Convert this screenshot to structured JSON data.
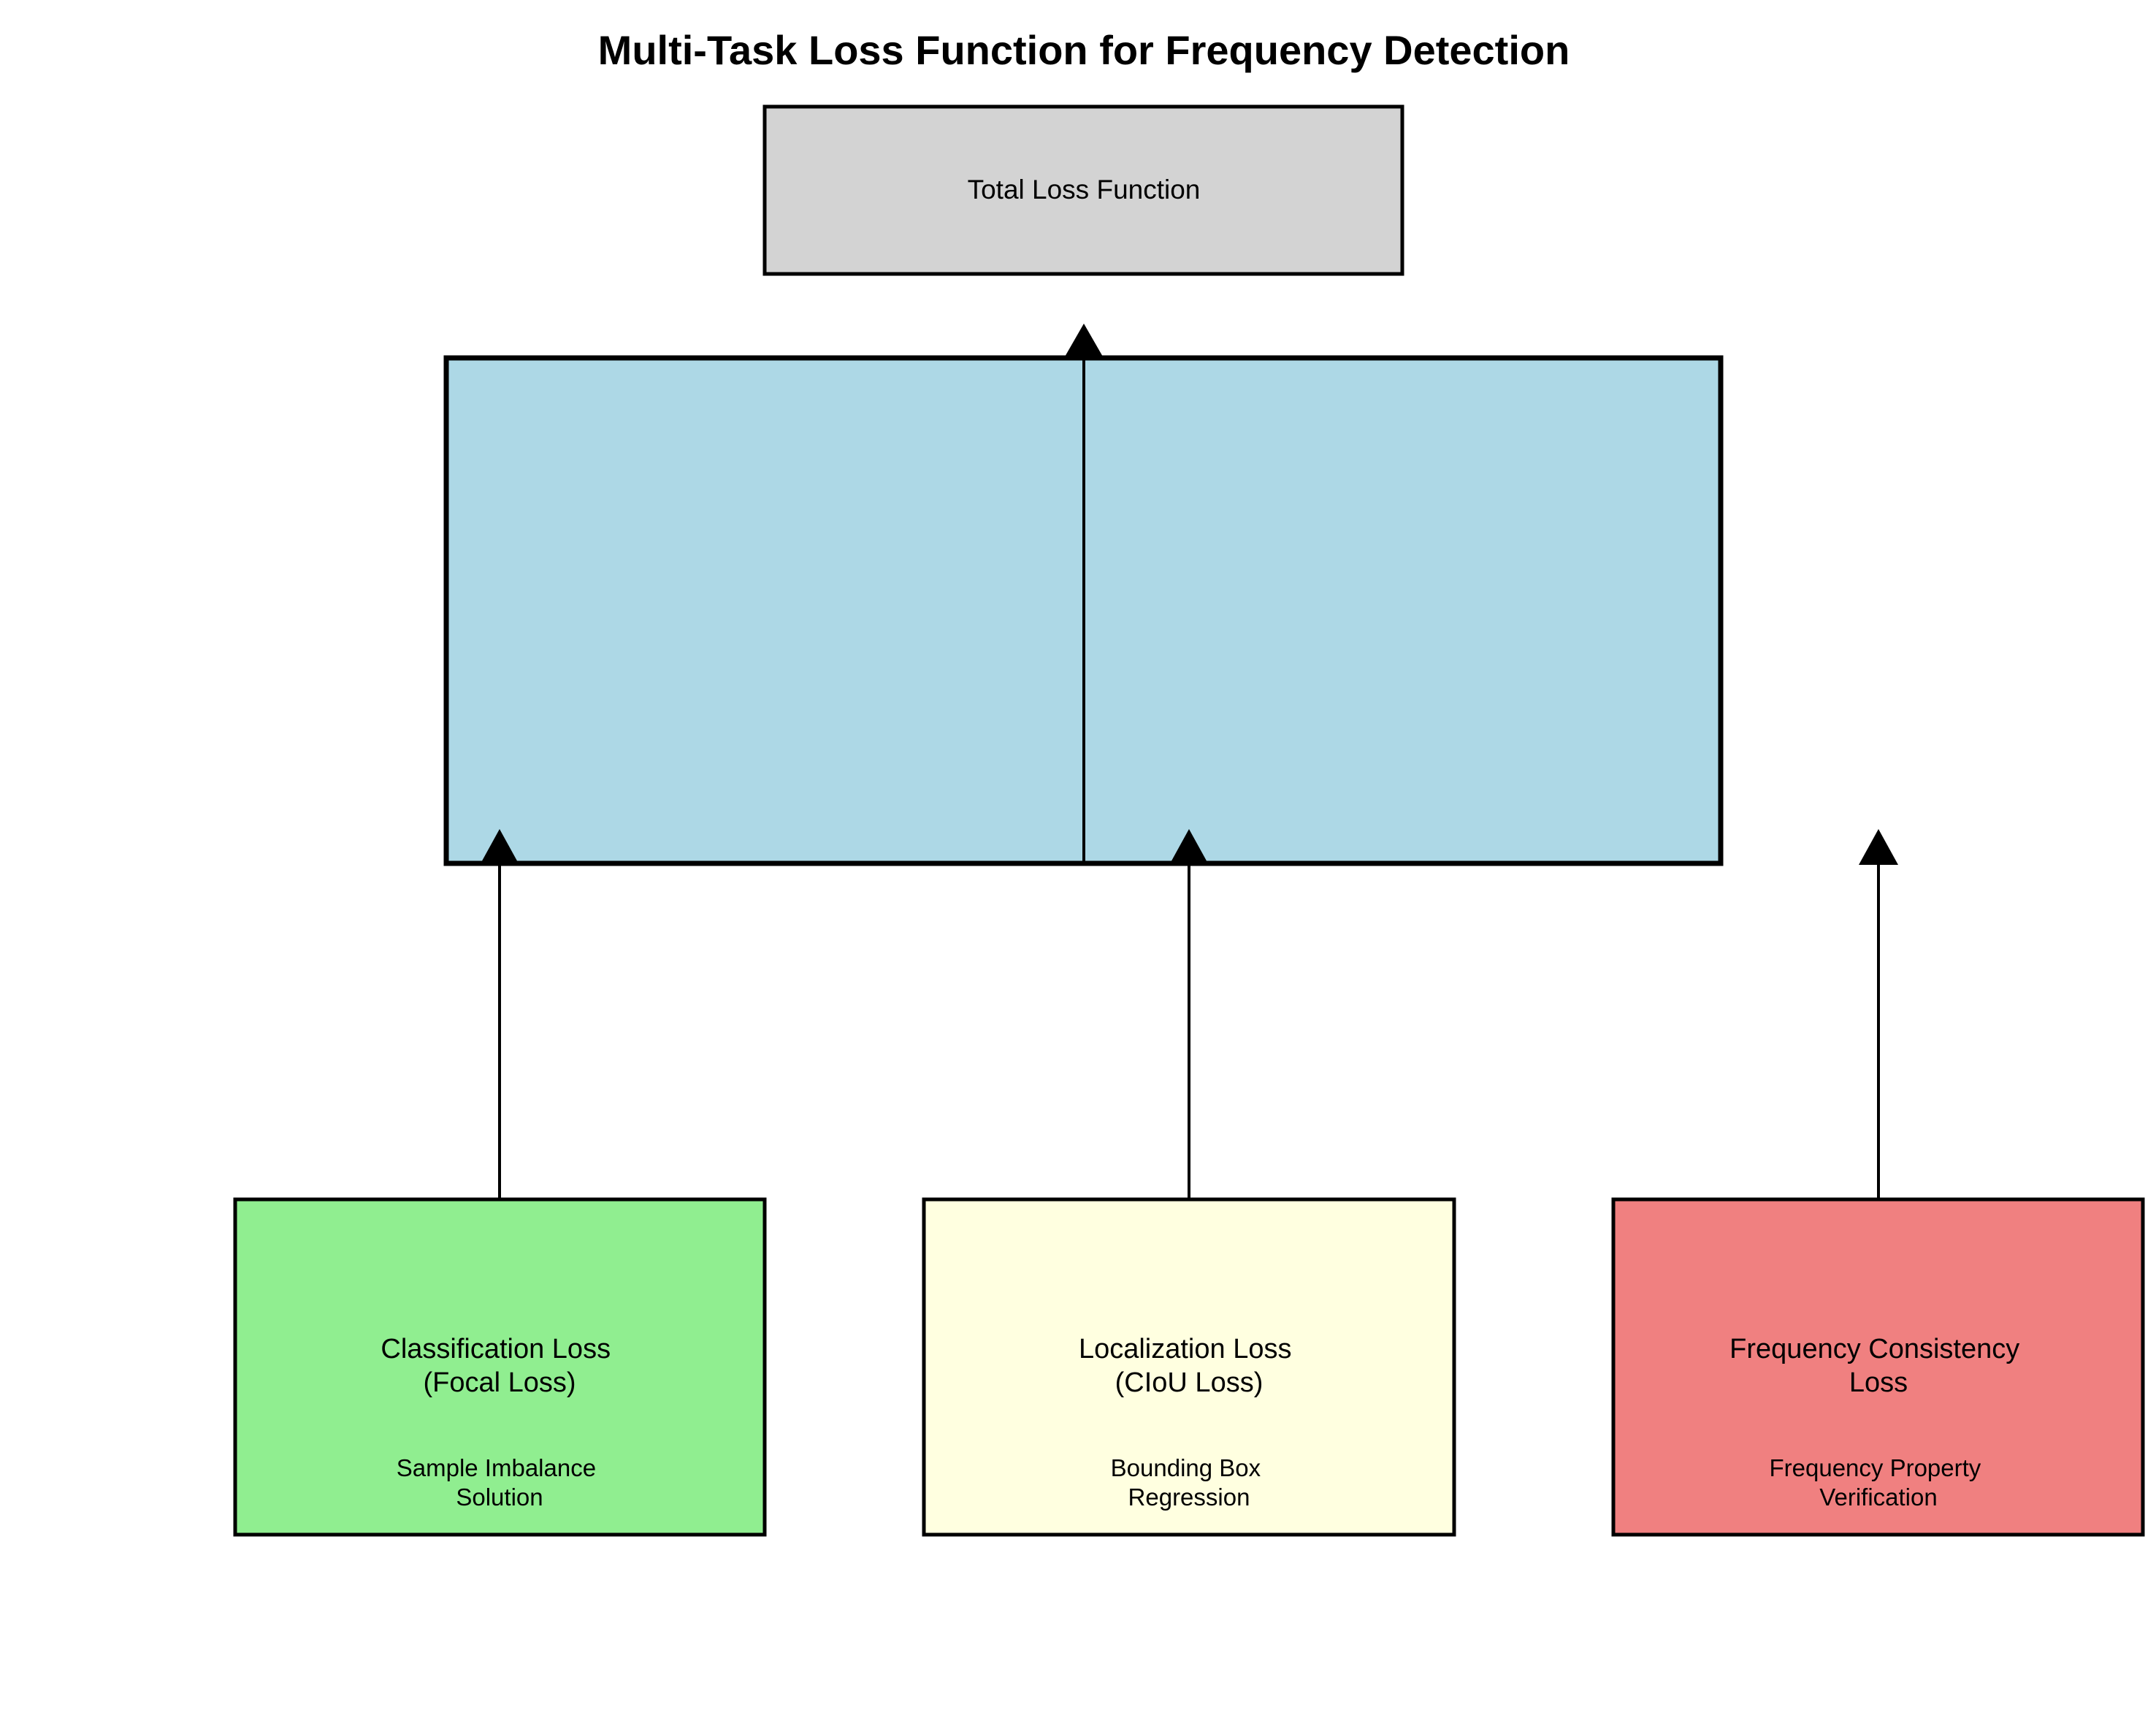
{
  "title": "Multi-Task Loss Function for Frequency Detection",
  "colors": {
    "total_box": "#d3d3d3",
    "combiner_box": "#add8e6",
    "classification_box": "#90ee90",
    "localization_box": "#ffffe0",
    "frequency_box": "#f08080",
    "stroke": "#000000"
  },
  "nodes": {
    "total": {
      "label": "Total Loss Function"
    },
    "combiner": {
      "label": ""
    },
    "classification": {
      "title_lines": [
        "Classification Loss",
        "(Focal Loss)"
      ],
      "sub_lines": [
        "Sample Imbalance",
        "Solution"
      ]
    },
    "localization": {
      "title_lines": [
        "Localization Loss",
        "(CIoU Loss)"
      ],
      "sub_lines": [
        "Bounding Box",
        "Regression"
      ]
    },
    "frequency": {
      "title_lines": [
        "Frequency Consistency",
        "Loss"
      ],
      "sub_lines": [
        "Frequency Property",
        "Verification"
      ]
    }
  },
  "edges": [
    {
      "from": "classification",
      "to": "combiner"
    },
    {
      "from": "localization",
      "to": "combiner"
    },
    {
      "from": "frequency",
      "to": "combiner"
    },
    {
      "from": "combiner",
      "to": "total"
    }
  ]
}
